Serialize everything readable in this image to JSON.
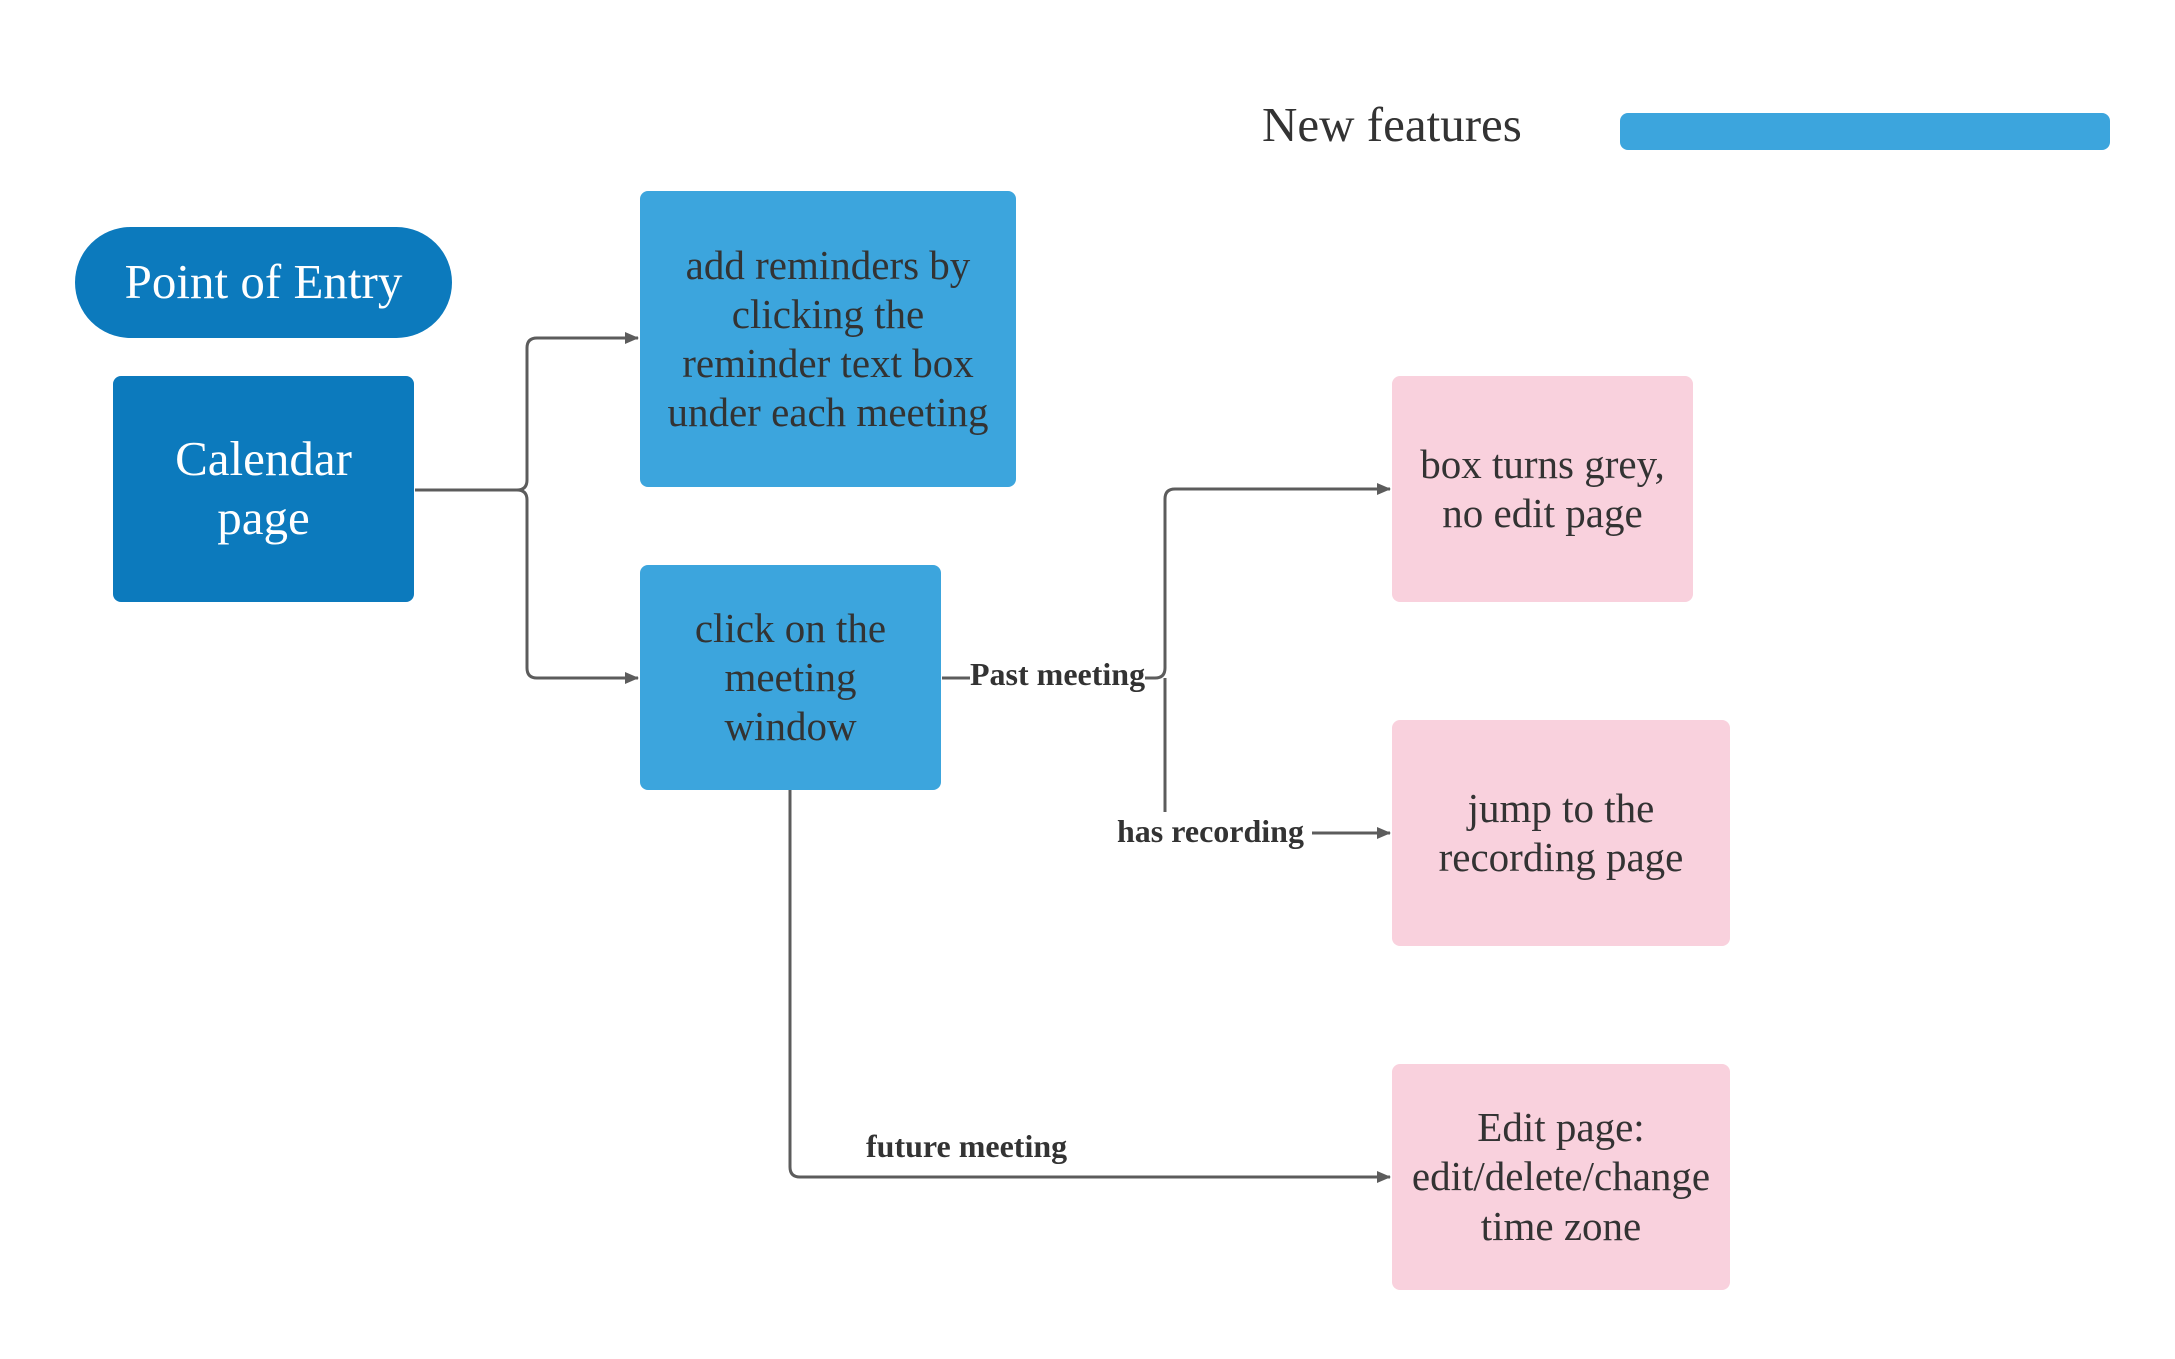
{
  "legend": {
    "title": "New features",
    "color": "#3ca5dd"
  },
  "colors": {
    "primary_dark": "#0c7abd",
    "primary_light": "#3ca5dd",
    "pink": "#f9d1dd",
    "edge": "#5c5c5c",
    "text_dark": "#333333",
    "text_light": "#ffffff"
  },
  "nodes": {
    "point_of_entry": {
      "lines": [
        "Point of Entry"
      ]
    },
    "calendar_page": {
      "lines": [
        "Calendar",
        "page"
      ]
    },
    "add_reminders": {
      "lines": [
        "add reminders by",
        "clicking the",
        "reminder text box",
        "under each meeting"
      ]
    },
    "click_meeting": {
      "lines": [
        "click on the",
        "meeting",
        "window"
      ]
    },
    "box_grey": {
      "lines": [
        "box turns grey,",
        "no edit page"
      ]
    },
    "recording_page": {
      "lines": [
        "jump to the",
        "recording page"
      ]
    },
    "edit_page": {
      "lines": [
        "Edit page:",
        "edit/delete/change",
        "time zone"
      ]
    }
  },
  "edge_labels": {
    "past_meeting": "Past meeting",
    "has_recording": "has recording",
    "future_meeting": "future meeting"
  }
}
